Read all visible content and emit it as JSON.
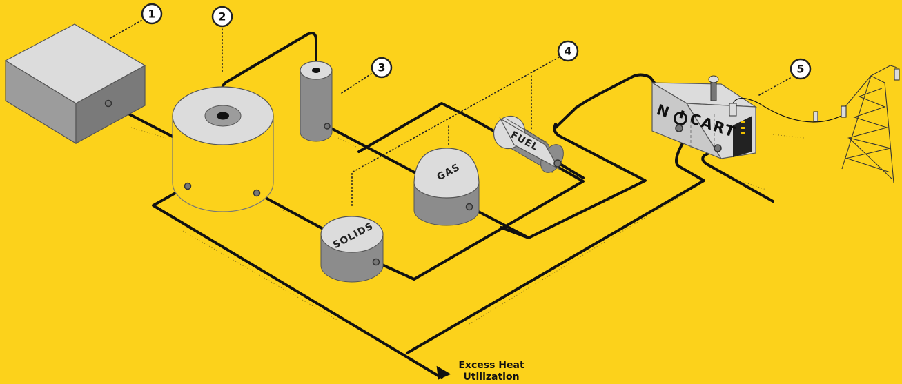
{
  "callouts": [
    "1",
    "2",
    "3",
    "4",
    "5"
  ],
  "tanks": {
    "gas": "GAS",
    "fuel": "FUEL",
    "solids": "SOLIDS"
  },
  "nocart": {
    "brand_left": "N",
    "brand_right": "CART"
  },
  "output": {
    "caption_line1": "Excess Heat",
    "caption_line2": "Utilization"
  },
  "colors": {
    "background": "#FCD21B",
    "pipe": "#111111",
    "tank_light": "#D9D9D9",
    "tank_dark": "#8C8C8C"
  }
}
